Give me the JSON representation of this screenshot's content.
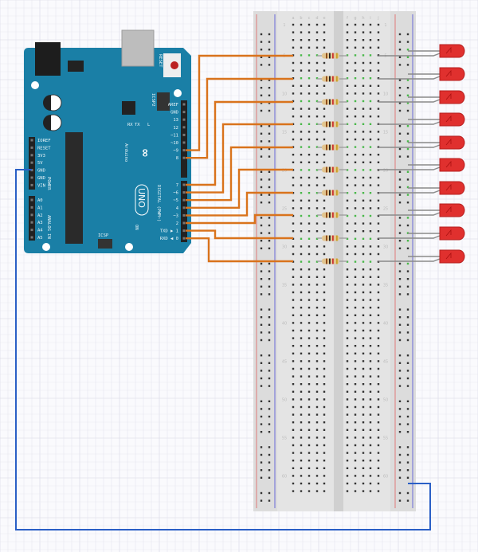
{
  "colors": {
    "board": "#1a7fa6",
    "wire_signal": "#d9731c",
    "wire_ground": "#2a5fc6",
    "led": "#e0302e",
    "rail_positive": "#e07a7a",
    "rail_negative": "#6a6ad8",
    "active_hole": "#49b84a"
  },
  "arduino": {
    "model": "UNO",
    "brand": "Arduino",
    "reset_label": "RESET",
    "icsp2_label": "ICSP2",
    "icsp_label": "ICSP",
    "on_label": "ON",
    "tx_label": "TX",
    "rx_label": "RX",
    "l_label": "L",
    "digital_header": "DIGITAL (PWM~)",
    "power_header": "POWER",
    "analog_header": "ANALOG IN",
    "digital_pins_top": [
      "AREF",
      "GND",
      "13",
      "12",
      "~11",
      "~10",
      "~9",
      "8"
    ],
    "digital_pins_bottom": [
      "7",
      "~6",
      "~5",
      "4",
      "~3",
      "2",
      "TXD ▶ 1",
      "RXD ◀ 0"
    ],
    "power_pins": [
      "IOREF",
      "RESET",
      "3V3",
      "5V",
      "GND",
      "GND",
      "VIN"
    ],
    "analog_pins": [
      "A0",
      "A1",
      "A2",
      "A3",
      "A4",
      "A5"
    ]
  },
  "breadboard": {
    "columns_left": [
      "a",
      "b",
      "c",
      "d",
      "e"
    ],
    "columns_right": [
      "f",
      "g",
      "h",
      "i",
      "j"
    ],
    "row_labels": [
      "1",
      "5",
      "10",
      "15",
      "20",
      "25",
      "30",
      "35",
      "40",
      "45",
      "50",
      "55",
      "60"
    ]
  },
  "circuit": {
    "led_count": 10,
    "connected_pins": [
      "~9",
      "8",
      "7",
      "~6",
      "~5",
      "4",
      "~3",
      "2",
      "1",
      "0"
    ],
    "ground_connection": "GND"
  }
}
